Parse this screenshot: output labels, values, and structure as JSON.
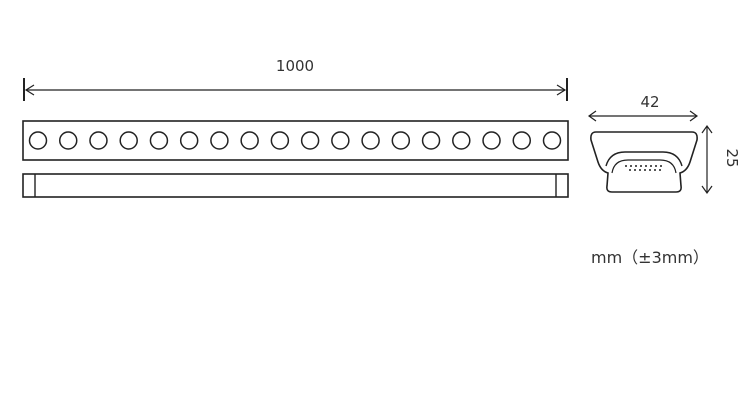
{
  "dimensions": {
    "length": "1000",
    "width": "42",
    "height": "25"
  },
  "units_note": "mm（±3mm）",
  "led_count": 18,
  "colors": {
    "stroke": "#222222",
    "text": "#333333",
    "background": "#ffffff"
  }
}
